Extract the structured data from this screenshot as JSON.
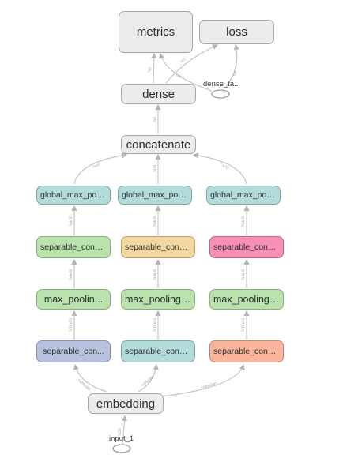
{
  "nodes": {
    "metrics": "metrics",
    "loss": "loss",
    "dense": "dense",
    "dense_targets": "dense_ta...",
    "concatenate": "concatenate",
    "global_max_pooling_1": "global_max_pooli...",
    "global_max_pooling_2": "global_max_pooli...",
    "global_max_pooling_3": "global_max_pooli...",
    "separable_conv_top_1": "separable_conv1...",
    "separable_conv_top_2": "separable_conv1...",
    "separable_conv_top_3": "separable_conv1...",
    "max_pooling_1": "max_poolin...",
    "max_pooling_2": "max_pooling1...",
    "max_pooling_3": "max_pooling1...",
    "separable_conv_bottom_1": "separable_con...",
    "separable_conv_bottom_2": "separable_conv1...",
    "separable_conv_bottom_3": "separable_conv1...",
    "embedding": "embedding",
    "input": "input_1"
  },
  "colors": {
    "gray": "#ececec",
    "teal": "#b2dcd9",
    "green": "#b9e2ad",
    "yellow": "#f3d7a0",
    "pink": "#f88fb7",
    "blue": "#b8c2de",
    "salmon": "#fbb59d",
    "edge": "#c4c4c4"
  }
}
